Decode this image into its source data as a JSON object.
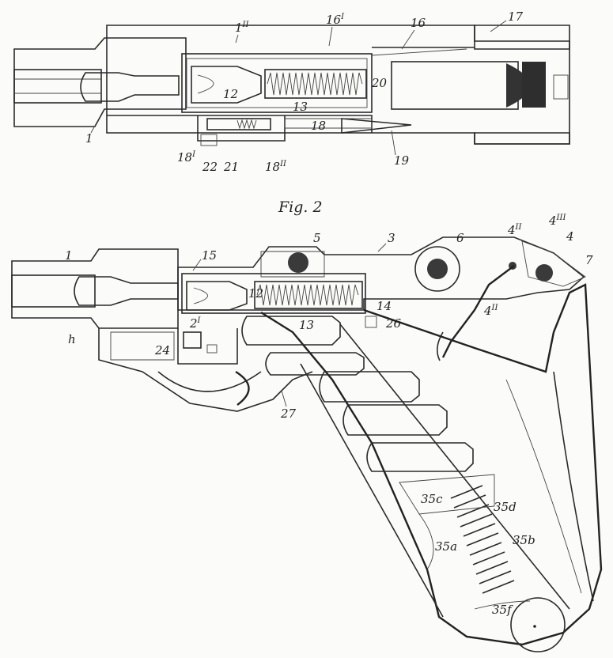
{
  "figure_caption": "Fig. 2",
  "upper_view": {
    "labels": [
      "1",
      "1",
      "16",
      "16",
      "17",
      "13",
      "18",
      "19",
      "18",
      "22",
      "21",
      "18",
      "20",
      "12"
    ],
    "sup": {
      "l1b": "II",
      "l16a": "I",
      "l18a": "I",
      "l18c": "II"
    }
  },
  "lower_view": {
    "labels": [
      "1",
      "15",
      "5",
      "3",
      "6",
      "4",
      "4",
      "4",
      "7",
      "4",
      "12",
      "13",
      "14",
      "26",
      "h",
      "2",
      "24",
      "27",
      "35c",
      "35d",
      "35a",
      "35b",
      "35f"
    ],
    "sup": {
      "l4a": "II",
      "l4b": "III",
      "l4d": "II",
      "l2": "I"
    }
  }
}
